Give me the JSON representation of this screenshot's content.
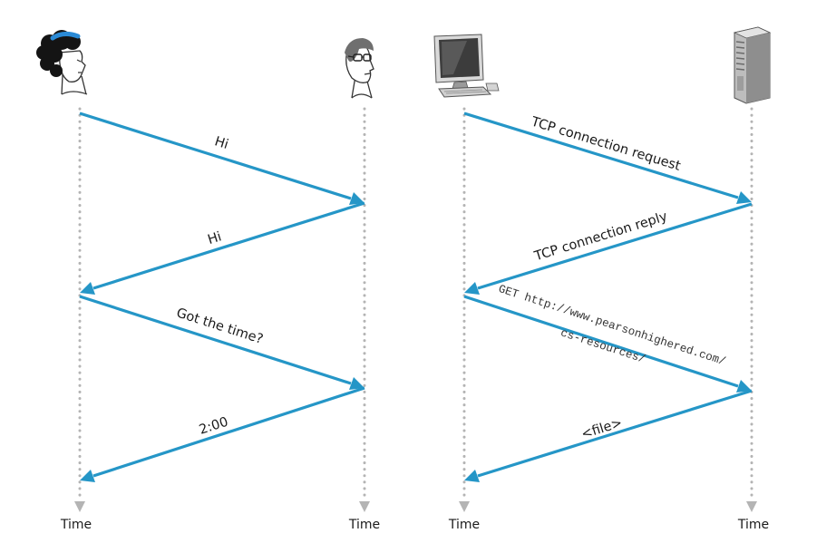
{
  "left_panel": {
    "messages": [
      {
        "label": "Hi"
      },
      {
        "label": "Hi"
      },
      {
        "label": "Got the time?"
      },
      {
        "label": "2:00"
      }
    ],
    "time_labels": [
      "Time",
      "Time"
    ]
  },
  "right_panel": {
    "messages": [
      {
        "label": "TCP connection request"
      },
      {
        "label": "TCP connection reply"
      },
      {
        "label_line1": "GET http://www.pearsonhighered.com/",
        "label_line2": "cs-resources/"
      },
      {
        "label": "<file>"
      }
    ],
    "time_labels": [
      "Time",
      "Time"
    ]
  },
  "icons": [
    "woman-person-icon",
    "man-with-glasses-icon",
    "desktop-computer-icon",
    "server-tower-icon"
  ],
  "colors": {
    "message_arrow": "#2596c7",
    "timeline": "#b4b4b4"
  }
}
